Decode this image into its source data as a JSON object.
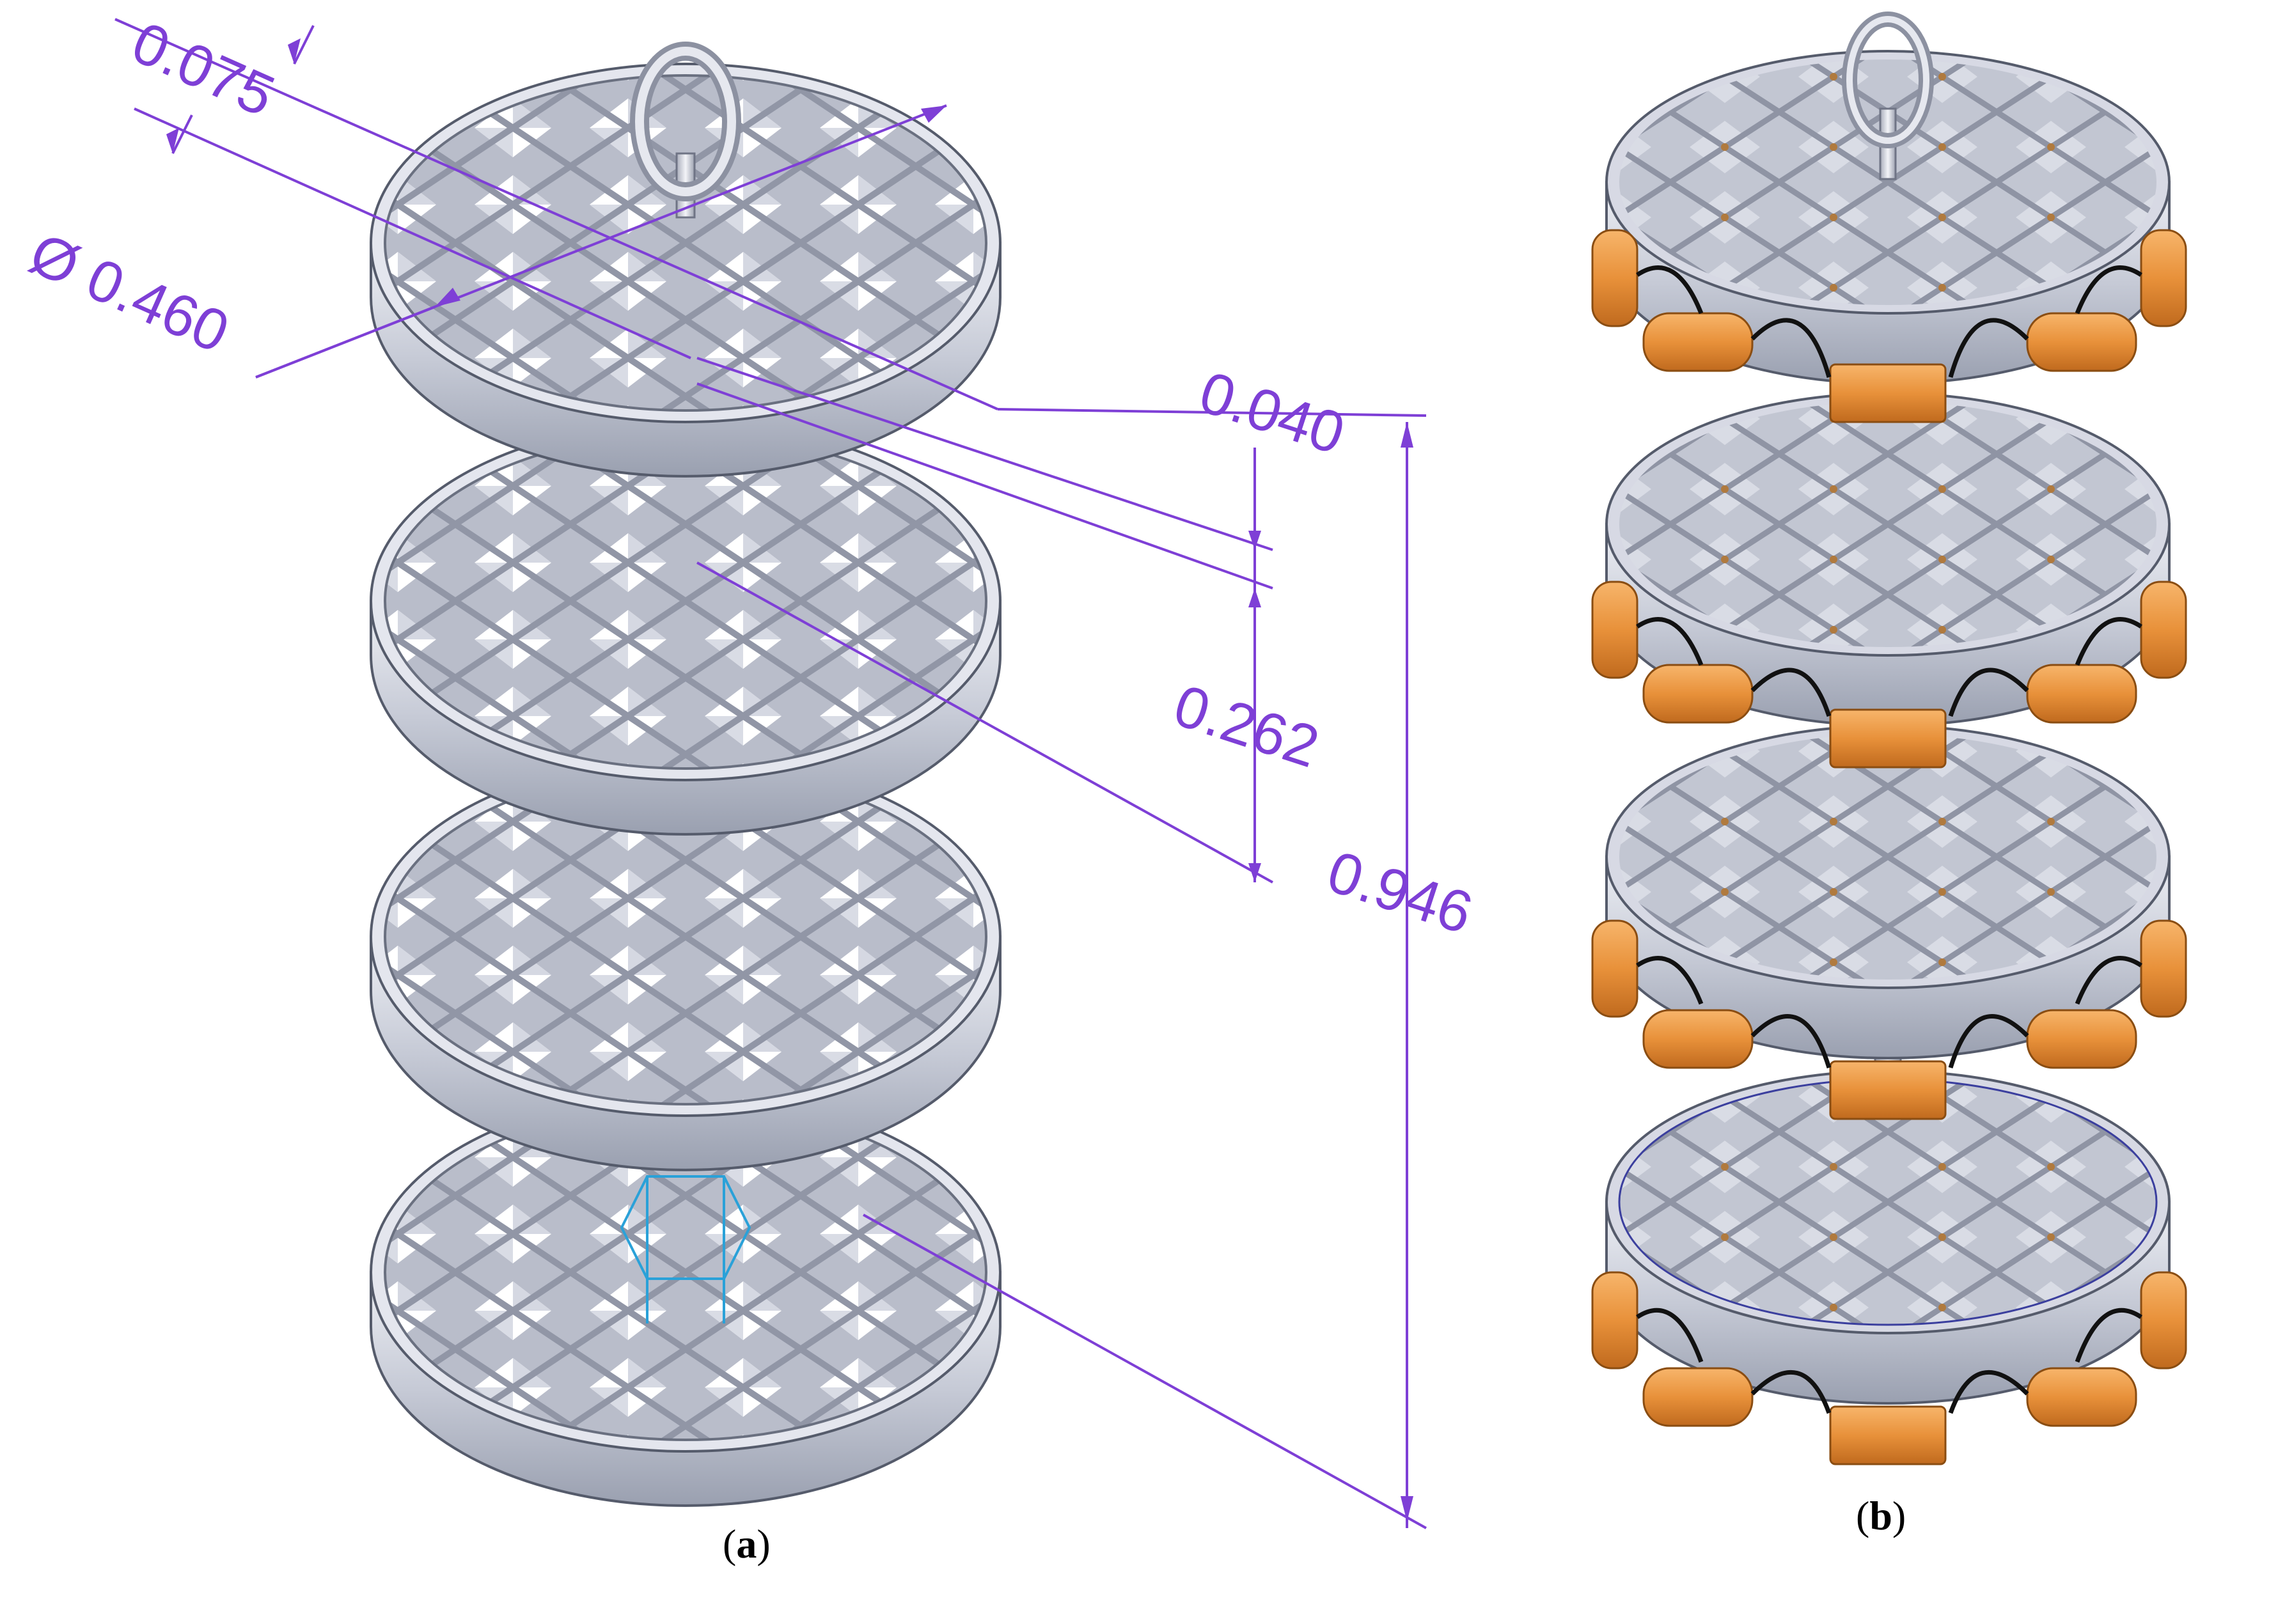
{
  "panel_a": {
    "caption_letter": "a",
    "dimensions": {
      "ring_thickness": "0.075",
      "diameter": "Ø 0.460",
      "tray_thickness": "0.040",
      "tray_spacing": "0.262",
      "overall_height": "0.946"
    }
  },
  "panel_b": {
    "caption_letter": "b"
  },
  "colors": {
    "dimension_purple": "#7e3fd6",
    "model_grey": "#c9ccd6",
    "heater_orange": "#e8913a",
    "highlight_blue": "#2aa1d8"
  },
  "icons": [
    "eye-bolt-icon",
    "heater-cartridge-icon"
  ]
}
